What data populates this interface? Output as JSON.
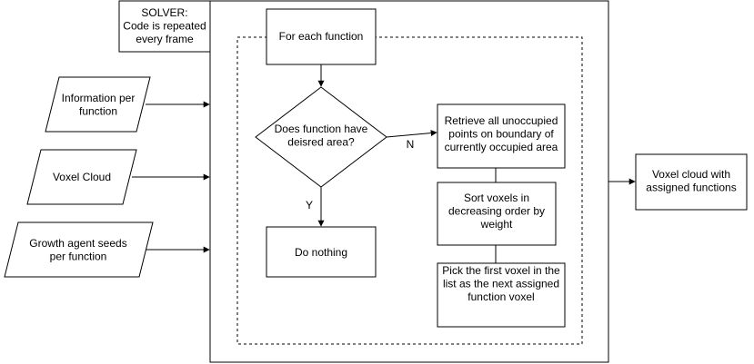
{
  "solver": {
    "label_lines": [
      "SOLVER:",
      "Code is repeated",
      "every frame"
    ]
  },
  "inputs": [
    {
      "lines": [
        "Information per",
        "function"
      ]
    },
    {
      "lines": [
        "Voxel  Cloud"
      ]
    },
    {
      "lines": [
        "Growth agent seeds",
        "per function"
      ]
    }
  ],
  "loop": {
    "lines": [
      "For each function"
    ]
  },
  "decision": {
    "lines": [
      "Does function have",
      "deisred area?"
    ],
    "yes_label": "Y",
    "no_label": "N"
  },
  "do_nothing": {
    "lines": [
      "Do nothing"
    ]
  },
  "steps": [
    {
      "lines": [
        "Retrieve all unoccupied",
        "points on boundary of",
        "currently occupied area"
      ]
    },
    {
      "lines": [
        "Sort voxels in",
        "decreasing order by",
        "weight"
      ]
    },
    {
      "lines": [
        "Pick the first voxel in the",
        "list as the next assigned",
        "function voxel"
      ]
    }
  ],
  "output": {
    "lines": [
      "Voxel cloud with",
      "assigned functions"
    ]
  }
}
